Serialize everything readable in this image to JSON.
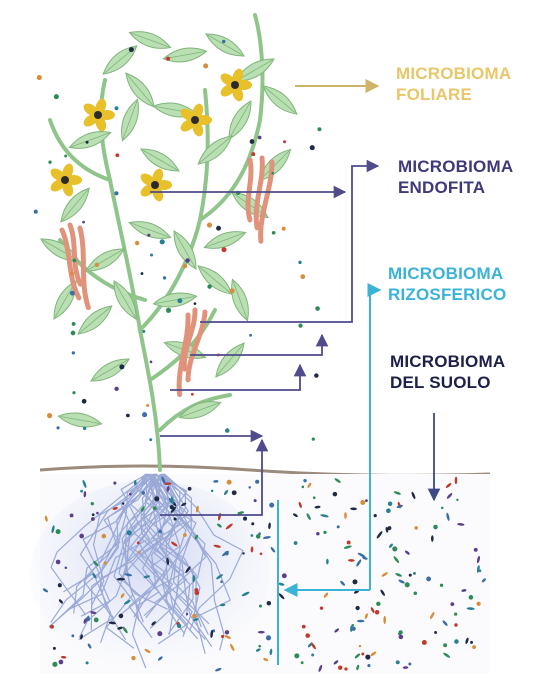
{
  "labels": {
    "foliare": {
      "line1": "MICROBIOMA",
      "line2": "FOLIARE",
      "color": "#e8c66a"
    },
    "endofita": {
      "line1": "MICROBIOMA",
      "line2": "ENDOFITA",
      "color": "#3e3a7a"
    },
    "rizosferico": {
      "line1": "MICROBIOMA",
      "line2": "RIZOSFERICO",
      "color": "#3ab3d6"
    },
    "suolo": {
      "line1": "MICROBIOMA",
      "line2": "DEL SUOLO",
      "color": "#1d2048"
    }
  },
  "colors": {
    "foliare_arrow": "#cfb46a",
    "endofita_arrow": "#4f4b8c",
    "rizosferico_arrow": "#3ab3d6",
    "suolo_arrow": "#3c4a86",
    "leaf": "#b9dfb3",
    "leaf_stroke": "#7fb57a",
    "stem": "#8fc48a",
    "flower": "#e8c02a",
    "tendril": "#e0927a",
    "soil_line": "#9c8a7c",
    "roots": "#9aa9d6"
  },
  "icons": [
    "flower-icon",
    "leaf-icon",
    "root-icon",
    "arrow-icon"
  ]
}
